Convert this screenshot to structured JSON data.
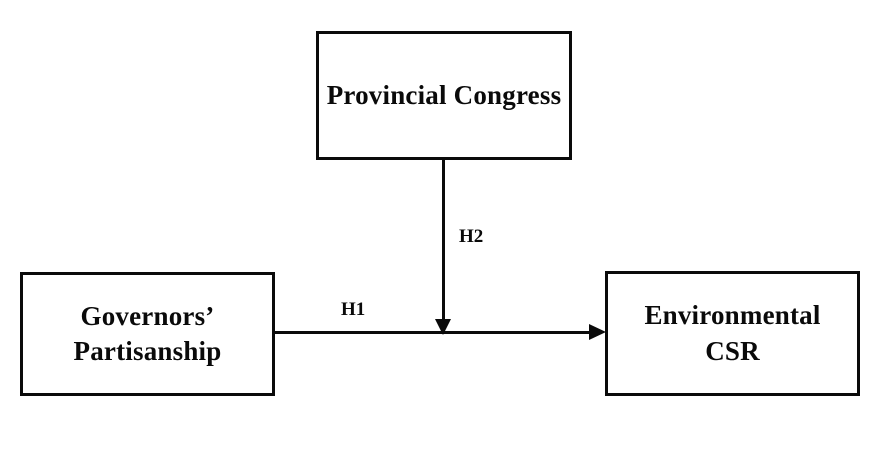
{
  "diagram": {
    "background_color": "#ffffff",
    "line_color": "#0a0a0a",
    "nodes": [
      {
        "id": "provincial-congress",
        "label": "Provincial Congress",
        "position": "top-center"
      },
      {
        "id": "governors-partisanship",
        "label": "Governors’\nPartisanship",
        "position": "left"
      },
      {
        "id": "environmental-csr",
        "label": "Environmental\nCSR",
        "position": "right"
      }
    ],
    "edges": [
      {
        "id": "h1",
        "label": "H1",
        "from": "governors-partisanship",
        "to": "environmental-csr",
        "direction": "horizontal-right"
      },
      {
        "id": "h2",
        "label": "H2",
        "from": "provincial-congress",
        "to": "h1",
        "direction": "vertical-down",
        "role": "moderator"
      }
    ]
  }
}
